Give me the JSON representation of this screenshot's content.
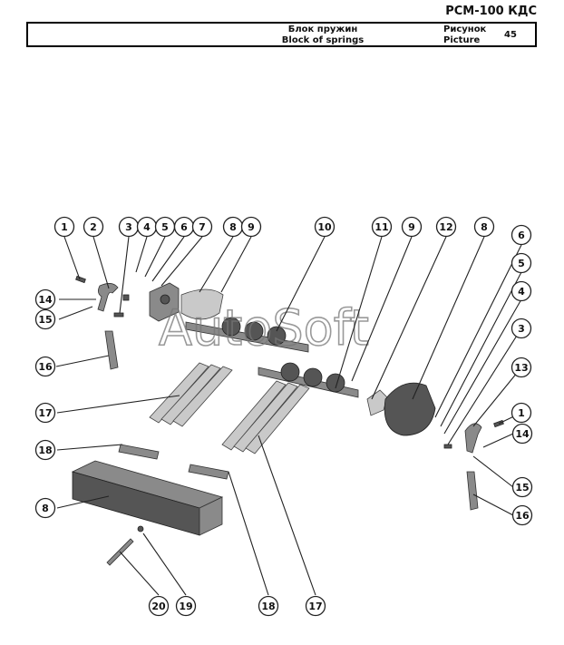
{
  "header": {
    "model": "РСМ-100 КДС",
    "title_ru": "Блок пружин",
    "title_en": "Block of springs",
    "figure_label_ru": "Рисунок",
    "figure_label_en": "Picture",
    "figure_number": "45"
  },
  "watermark": "AutoSoft",
  "callouts": [
    "1",
    "2",
    "3",
    "4",
    "5",
    "6",
    "7",
    "8",
    "9",
    "10",
    "11",
    "9",
    "12",
    "8",
    "6",
    "5",
    "4",
    "3",
    "13",
    "1",
    "14",
    "15",
    "16",
    "14",
    "15",
    "16",
    "17",
    "18",
    "8",
    "20",
    "19",
    "18",
    "17"
  ]
}
